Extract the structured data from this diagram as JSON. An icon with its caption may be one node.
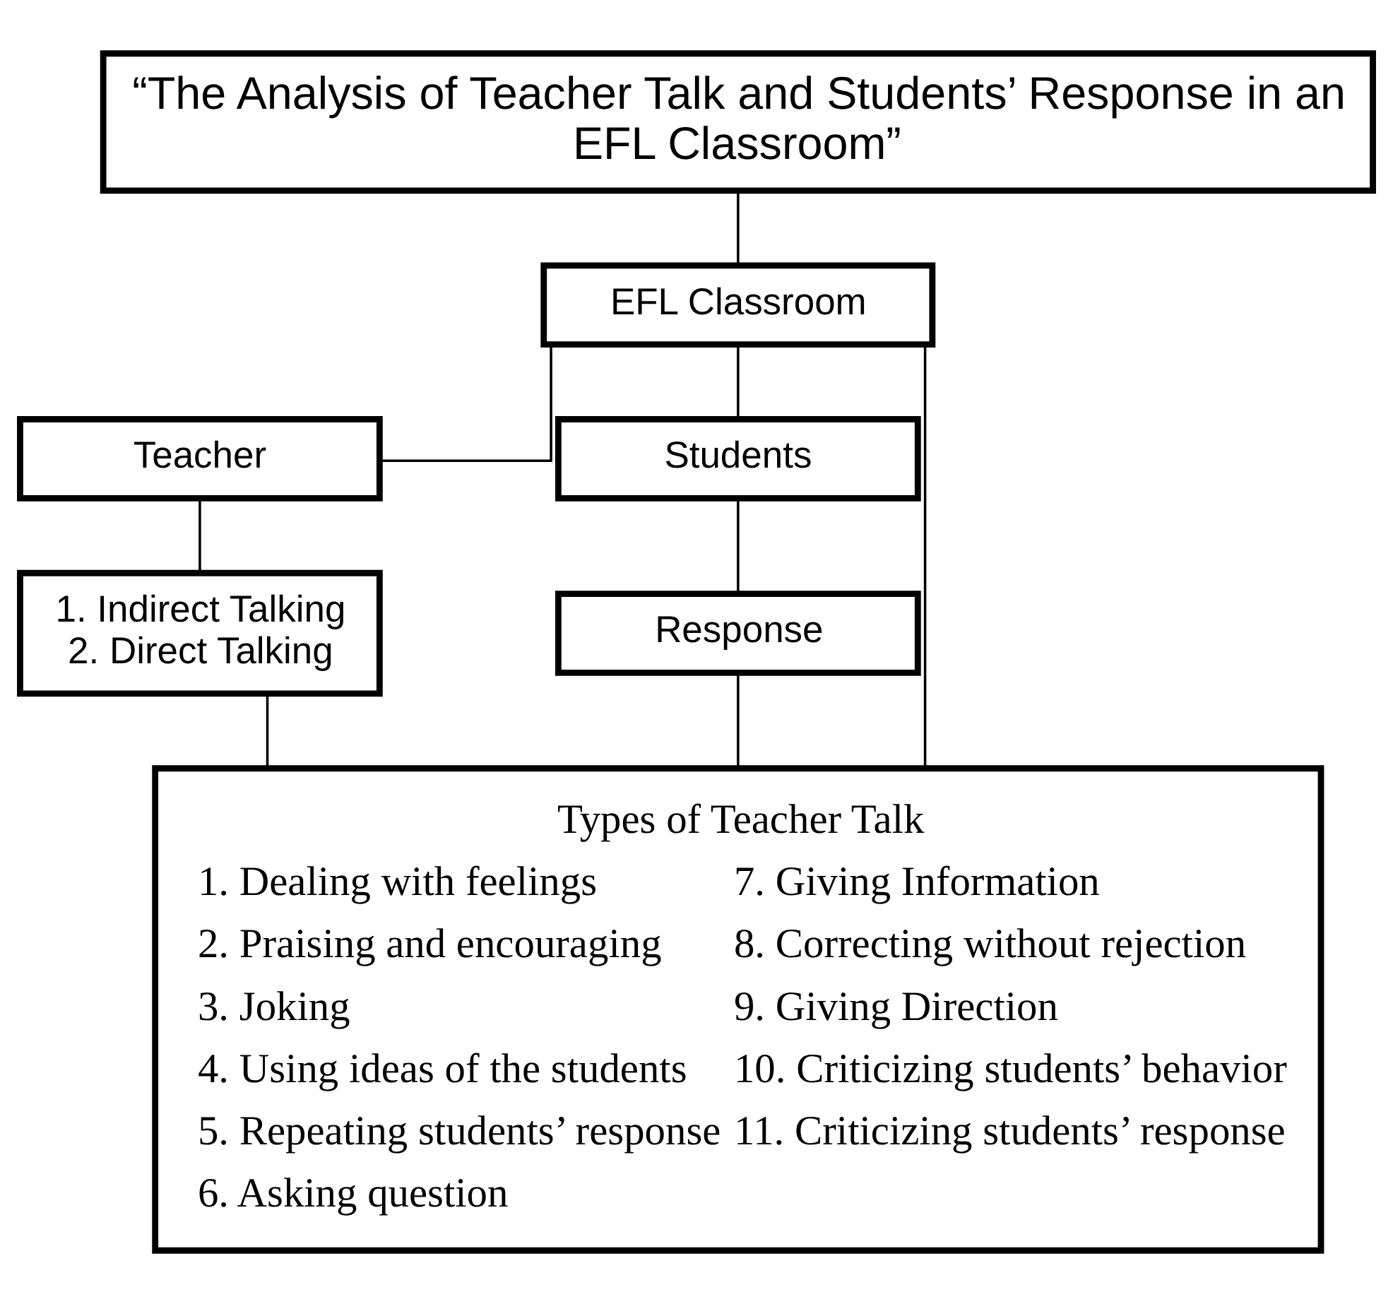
{
  "diagram": {
    "nodes": [
      {
        "text": [
          "“The Analysis of Teacher Talk and Students’ Response in an EFL Classroom”"
        ]
      },
      {
        "text": [
          "EFL Classroom"
        ]
      },
      {
        "text": [
          "Teacher"
        ]
      },
      {
        "text": [
          "Students"
        ]
      },
      {
        "text": [
          "1. Indirect Talking",
          "2. Direct Talking"
        ]
      },
      {
        "text": [
          "Response"
        ]
      },
      {
        "text": [
          "Types of Teacher Talk",
          "1. Dealing with feelings",
          "2. Praising and encouraging",
          "3. Joking",
          "4. Using ideas of the students",
          "5. Repeating students’ response",
          "6. Asking question",
          "7. Giving Information",
          "8. Correcting without rejection",
          "9. Giving Direction",
          "10. Criticizing students’ behavior",
          "11. Criticizing students’ response"
        ]
      }
    ],
    "edges": [
      {
        "from": 0,
        "to": 1,
        "arrow": "none"
      },
      {
        "from": 1,
        "to": 2,
        "arrow": "none"
      },
      {
        "from": 1,
        "to": 3,
        "arrow": "none"
      },
      {
        "from": 1,
        "to": 6,
        "arrow": "none"
      },
      {
        "from": 2,
        "to": 4,
        "arrow": "none"
      },
      {
        "from": 3,
        "to": 5,
        "arrow": "none"
      },
      {
        "from": 4,
        "to": 6,
        "arrow": "none"
      },
      {
        "from": 5,
        "to": 6,
        "arrow": "none"
      }
    ]
  }
}
